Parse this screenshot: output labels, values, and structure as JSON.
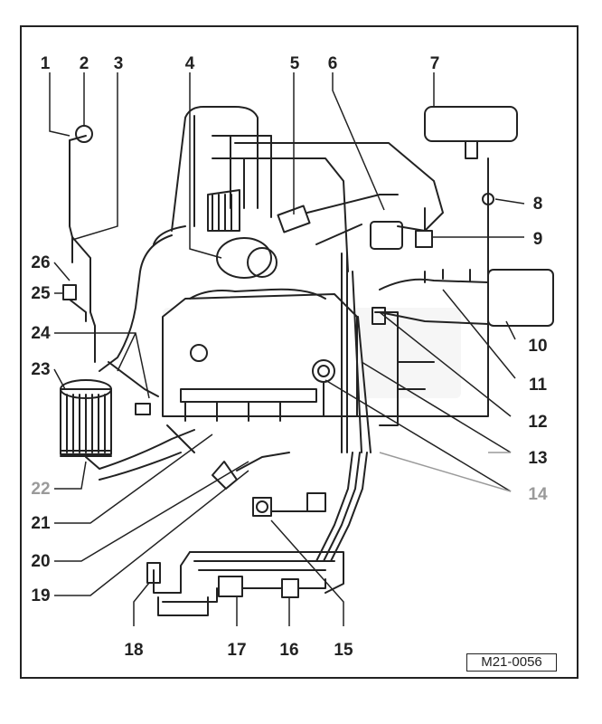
{
  "callouts": [
    "1",
    "2",
    "3",
    "4",
    "5",
    "6",
    "7",
    "8",
    "9",
    "10",
    "11",
    "12",
    "13",
    "14",
    "15",
    "16",
    "17",
    "18",
    "19",
    "20",
    "21",
    "22",
    "23",
    "24",
    "25",
    "26"
  ],
  "figure_code": "M21-0056",
  "colors": {
    "ink": "#222222",
    "faded": "#9a9a9a",
    "background": "#ffffff"
  }
}
